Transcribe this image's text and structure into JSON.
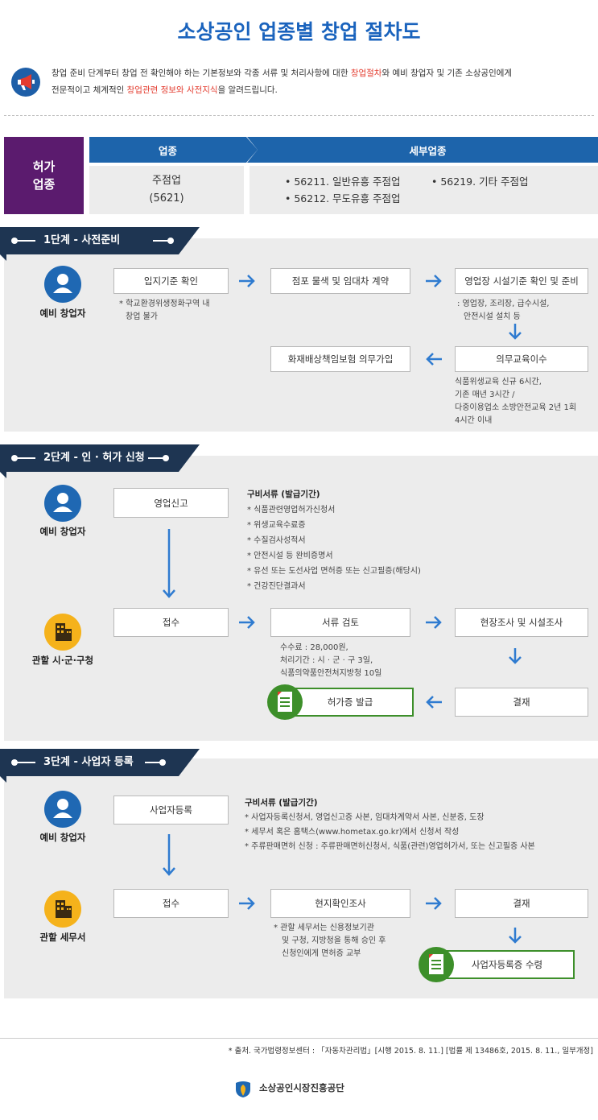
{
  "title": "소상공인 업종별 창업 절차도",
  "intro": {
    "icon": "megaphone-icon",
    "p1": "창업 준비 단계부터 창업 전 확인해야 하는 기본정보와 각종 서류 및 처리사항에 대한 ",
    "h1": "창업절차",
    "p2": "와 예비 창업자 및 기존 소상공인에게",
    "p3": "전문적이고 체계적인 ",
    "h2": "창업관련 정보와 사전지식",
    "p4": "을 알려드립니다."
  },
  "category": {
    "perm_line1": "허가",
    "perm_line2": "업종",
    "col1_header": "업종",
    "col2_header": "세부업종",
    "col1_value_line1": "주점업",
    "col1_value_line2": "(5621)",
    "sub_items": [
      "• 56211. 일반유흥 주점업",
      "• 56212. 무도유흥 주점업",
      "• 56219. 기타 주점업"
    ]
  },
  "stage1": {
    "label": "1단계 - 사전준비",
    "role": "예비 창업자",
    "boxes": [
      "입지기준 확인",
      "점포 물색 및 임대차 계약",
      "영업장 시설기준 확인 및 준비",
      "의무교육이수",
      "화재배상책임보험 의무가입"
    ],
    "note1": [
      "* 학교환경위생정화구역 내",
      "창업 불가"
    ],
    "note2": [
      ": 영업장, 조리장, 급수시설,",
      "안전시설 설치 등"
    ],
    "note3": [
      "식품위생교육 신규 6시간,",
      "기존 매년 3시간 /",
      "다중이용업소 소방안전교육 2년 1회",
      "4시간 이내"
    ]
  },
  "stage2": {
    "label": "2단계 - 인 · 허가 신청",
    "role1": "예비 창업자",
    "role2": "관할 시·군·구청",
    "boxes": [
      "영업신고",
      "접수",
      "서류 검토",
      "현장조사 및 시설조사",
      "결재",
      "허가증 발급"
    ],
    "docs_title": "구비서류 (발급기간)",
    "docs": [
      "* 식품관련영업허가신청서",
      "* 위생교육수료증",
      "* 수질검사성적서",
      "* 안전시설 등 완비증명서",
      "* 유선 또는 도선사업 면허증 또는 신고필증(해당시)",
      "* 건강진단결과서"
    ],
    "review_note": [
      "수수료 : 28,000원,",
      "처리기간 : 시 · 군 · 구 3일,",
      "식품의약품안전처지방청 10일"
    ]
  },
  "stage3": {
    "label": "3단계 - 사업자 등록",
    "role1": "예비 창업자",
    "role2": "관할 세무서",
    "boxes": [
      "사업자등록",
      "접수",
      "현지확인조사",
      "결재",
      "사업자등록증 수령"
    ],
    "docs_title": "구비서류 (발급기간)",
    "docs": [
      "* 사업자등록신청서, 영업신고증 사본, 임대차계약서 사본, 신분증, 도장",
      "* 세무서 혹은 홈택스(www.hometax.go.kr)에서 신청서 작성",
      "* 주류판매면허 신청 : 주류판매면허신청서, 식품(관련)영업허가서, 또는 신고필증 사본"
    ],
    "check_note": [
      "* 관할 세무서는 신용정보기관",
      "및 구청, 지방청을 통해 승인 후",
      "신청인에게 면허증 교부"
    ]
  },
  "footer": {
    "source": "* 출처. 국가법령정보센터 : 「자동차관리법」[시행 2015. 8. 11.] [법률 제 13486호, 2015. 8. 11., 일부개정]",
    "org": "소상공인시장진흥공단",
    "logo": "sbiz-logo-icon"
  }
}
